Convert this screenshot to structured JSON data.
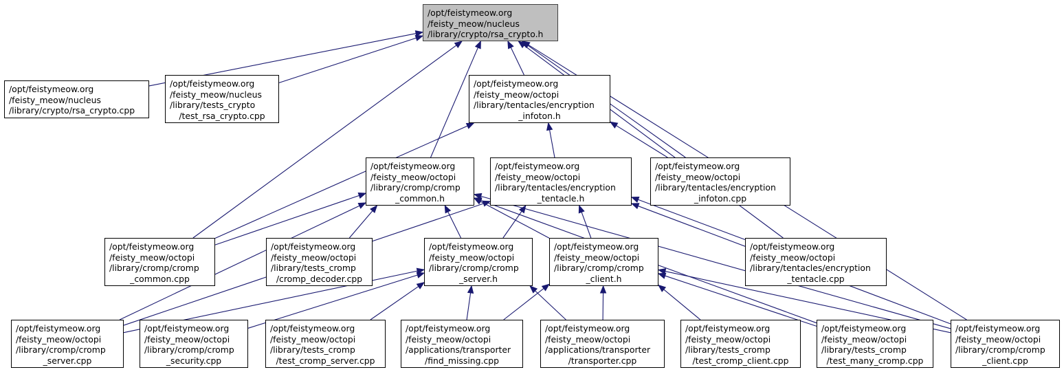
{
  "diagram": {
    "type": "include-dependency-graph",
    "edge_color": "#191970",
    "root_fill": "#bfbfbf",
    "nodes": [
      {
        "id": "rsa_crypto_h",
        "lines": [
          "/opt/feistymeow.org",
          "/feisty_meow/nucleus",
          "/library/crypto/rsa_crypto.h"
        ],
        "root": true
      },
      {
        "id": "rsa_crypto_cpp",
        "lines": [
          "/opt/feistymeow.org",
          "/feisty_meow/nucleus",
          "/library/crypto/rsa_crypto.cpp"
        ]
      },
      {
        "id": "test_rsa_crypto_cpp",
        "lines": [
          "/opt/feistymeow.org",
          "/feisty_meow/nucleus",
          "/library/tests_crypto",
          "/test_rsa_crypto.cpp"
        ]
      },
      {
        "id": "encryption_infoton_h",
        "lines": [
          "/opt/feistymeow.org",
          "/feisty_meow/octopi",
          "/library/tentacles/encryption",
          "_infoton.h"
        ]
      },
      {
        "id": "cromp_common_h",
        "lines": [
          "/opt/feistymeow.org",
          "/feisty_meow/octopi",
          "/library/cromp/cromp",
          "_common.h"
        ]
      },
      {
        "id": "encryption_tentacle_h",
        "lines": [
          "/opt/feistymeow.org",
          "/feisty_meow/octopi",
          "/library/tentacles/encryption",
          "_tentacle.h"
        ]
      },
      {
        "id": "encryption_infoton_cpp",
        "lines": [
          "/opt/feistymeow.org",
          "/feisty_meow/octopi",
          "/library/tentacles/encryption",
          "_infoton.cpp"
        ]
      },
      {
        "id": "cromp_common_cpp",
        "lines": [
          "/opt/feistymeow.org",
          "/feisty_meow/octopi",
          "/library/cromp/cromp",
          "_common.cpp"
        ]
      },
      {
        "id": "cromp_decoder_cpp",
        "lines": [
          "/opt/feistymeow.org",
          "/feisty_meow/octopi",
          "/library/tests_cromp",
          "/cromp_decoder.cpp"
        ]
      },
      {
        "id": "cromp_server_h",
        "lines": [
          "/opt/feistymeow.org",
          "/feisty_meow/octopi",
          "/library/cromp/cromp",
          "_server.h"
        ]
      },
      {
        "id": "cromp_client_h",
        "lines": [
          "/opt/feistymeow.org",
          "/feisty_meow/octopi",
          "/library/cromp/cromp",
          "_client.h"
        ]
      },
      {
        "id": "encryption_tentacle_cpp",
        "lines": [
          "/opt/feistymeow.org",
          "/feisty_meow/octopi",
          "/library/tentacles/encryption",
          "_tentacle.cpp"
        ]
      },
      {
        "id": "cromp_server_cpp",
        "lines": [
          "/opt/feistymeow.org",
          "/feisty_meow/octopi",
          "/library/cromp/cromp",
          "_server.cpp"
        ]
      },
      {
        "id": "cromp_security_cpp",
        "lines": [
          "/opt/feistymeow.org",
          "/feisty_meow/octopi",
          "/library/cromp/cromp",
          "_security.cpp"
        ]
      },
      {
        "id": "test_cromp_server_cpp",
        "lines": [
          "/opt/feistymeow.org",
          "/feisty_meow/octopi",
          "/library/tests_cromp",
          "/test_cromp_server.cpp"
        ]
      },
      {
        "id": "find_missing_cpp",
        "lines": [
          "/opt/feistymeow.org",
          "/feisty_meow/octopi",
          "/applications/transporter",
          "/find_missing.cpp"
        ]
      },
      {
        "id": "transporter_cpp",
        "lines": [
          "/opt/feistymeow.org",
          "/feisty_meow/octopi",
          "/applications/transporter",
          "/transporter.cpp"
        ]
      },
      {
        "id": "test_cromp_client_cpp",
        "lines": [
          "/opt/feistymeow.org",
          "/feisty_meow/octopi",
          "/library/tests_cromp",
          "/test_cromp_client.cpp"
        ]
      },
      {
        "id": "test_many_cromp_cpp",
        "lines": [
          "/opt/feistymeow.org",
          "/feisty_meow/octopi",
          "/library/tests_cromp",
          "/test_many_cromp.cpp"
        ]
      },
      {
        "id": "cromp_client_cpp",
        "lines": [
          "/opt/feistymeow.org",
          "/feisty_meow/octopi",
          "/library/cromp/cromp",
          "_client.cpp"
        ]
      }
    ],
    "edges": [
      {
        "from": "rsa_crypto_cpp",
        "to": "rsa_crypto_h"
      },
      {
        "from": "test_rsa_crypto_cpp",
        "to": "rsa_crypto_h"
      },
      {
        "from": "cromp_common_cpp",
        "to": "rsa_crypto_h"
      },
      {
        "from": "cromp_common_h",
        "to": "rsa_crypto_h"
      },
      {
        "from": "encryption_infoton_h",
        "to": "rsa_crypto_h"
      },
      {
        "from": "encryption_infoton_cpp",
        "to": "rsa_crypto_h"
      },
      {
        "from": "encryption_tentacle_cpp",
        "to": "rsa_crypto_h"
      },
      {
        "from": "cromp_client_cpp",
        "to": "rsa_crypto_h"
      },
      {
        "from": "cromp_common_cpp",
        "to": "encryption_infoton_h"
      },
      {
        "from": "encryption_tentacle_h",
        "to": "encryption_infoton_h"
      },
      {
        "from": "encryption_infoton_cpp",
        "to": "encryption_infoton_h"
      },
      {
        "from": "cromp_common_cpp",
        "to": "cromp_common_h"
      },
      {
        "from": "cromp_server_cpp",
        "to": "cromp_common_h"
      },
      {
        "from": "cromp_decoder_cpp",
        "to": "cromp_common_h"
      },
      {
        "from": "cromp_server_h",
        "to": "cromp_common_h"
      },
      {
        "from": "cromp_client_h",
        "to": "cromp_common_h"
      },
      {
        "from": "test_many_cromp_cpp",
        "to": "cromp_common_h"
      },
      {
        "from": "cromp_client_cpp",
        "to": "cromp_common_h"
      },
      {
        "from": "cromp_server_cpp",
        "to": "encryption_tentacle_h"
      },
      {
        "from": "cromp_server_h",
        "to": "encryption_tentacle_h"
      },
      {
        "from": "cromp_client_h",
        "to": "encryption_tentacle_h"
      },
      {
        "from": "encryption_tentacle_cpp",
        "to": "encryption_tentacle_h"
      },
      {
        "from": "cromp_client_cpp",
        "to": "encryption_tentacle_h"
      },
      {
        "from": "cromp_server_cpp",
        "to": "cromp_server_h"
      },
      {
        "from": "cromp_security_cpp",
        "to": "cromp_server_h"
      },
      {
        "from": "test_cromp_server_cpp",
        "to": "cromp_server_h"
      },
      {
        "from": "find_missing_cpp",
        "to": "cromp_server_h"
      },
      {
        "from": "transporter_cpp",
        "to": "cromp_server_h"
      },
      {
        "from": "find_missing_cpp",
        "to": "cromp_client_h"
      },
      {
        "from": "transporter_cpp",
        "to": "cromp_client_h"
      },
      {
        "from": "test_cromp_client_cpp",
        "to": "cromp_client_h"
      },
      {
        "from": "test_many_cromp_cpp",
        "to": "cromp_client_h"
      },
      {
        "from": "cromp_client_cpp",
        "to": "cromp_client_h"
      }
    ]
  }
}
